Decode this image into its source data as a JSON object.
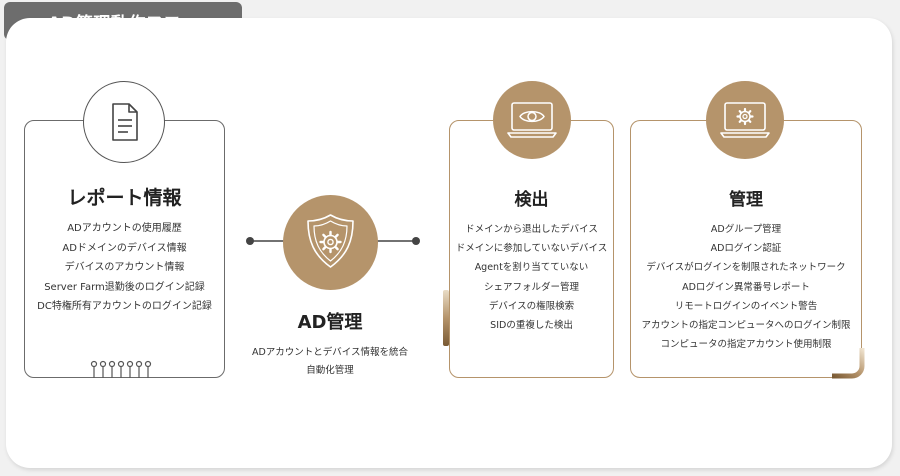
{
  "header": {
    "title": "AD管理動作フロー"
  },
  "report": {
    "title": "レポート情報",
    "items": [
      "ADアカウントの使用履歴",
      "ADドメインのデバイス情報",
      "デバイスのアカウント情報",
      "Server Farm退勤後のログイン記録",
      "DC特権所有アカウントのログイン記録"
    ],
    "icon": "document-icon"
  },
  "ad": {
    "title": "AD管理",
    "description_lines": [
      "ADアカウントとデバイス情報を統合",
      "自動化管理"
    ],
    "icon": "shield-gear-icon"
  },
  "detect": {
    "title": "検出",
    "items": [
      "ドメインから退出したデバイス",
      "ドメインに参加していないデバイス",
      "Agentを割り当てていない",
      "シェアフォルダー管理",
      "デバイスの権限検索",
      "SIDの重複した検出"
    ],
    "icon": "monitor-eye-icon"
  },
  "manage": {
    "title": "管理",
    "items": [
      "ADグループ管理",
      "ADログイン認証",
      "デバイスがログインを制限されたネットワーク",
      "ADログイン異常番号レポート",
      "リモートログインのイベント警告",
      "アカウントの指定コンピュータへのログイン制限",
      "コンピュータの指定アカウント使用制限"
    ],
    "icon": "monitor-gear-icon"
  },
  "colors": {
    "accent": "#b5946b",
    "dark": "#555555",
    "tab": "#6d6d6d"
  }
}
